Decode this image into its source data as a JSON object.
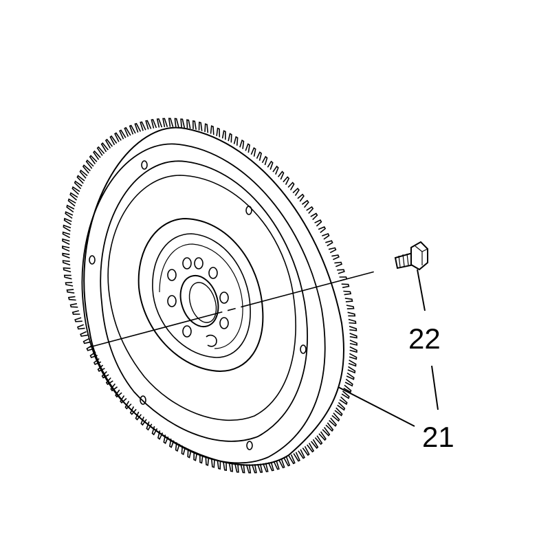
{
  "callouts": [
    {
      "id": "22",
      "text": "22",
      "part": "bolt"
    },
    {
      "id": "21",
      "text": "21",
      "part": "flywheel"
    }
  ],
  "colors": {
    "line": "#000000",
    "background": "#ffffff"
  }
}
